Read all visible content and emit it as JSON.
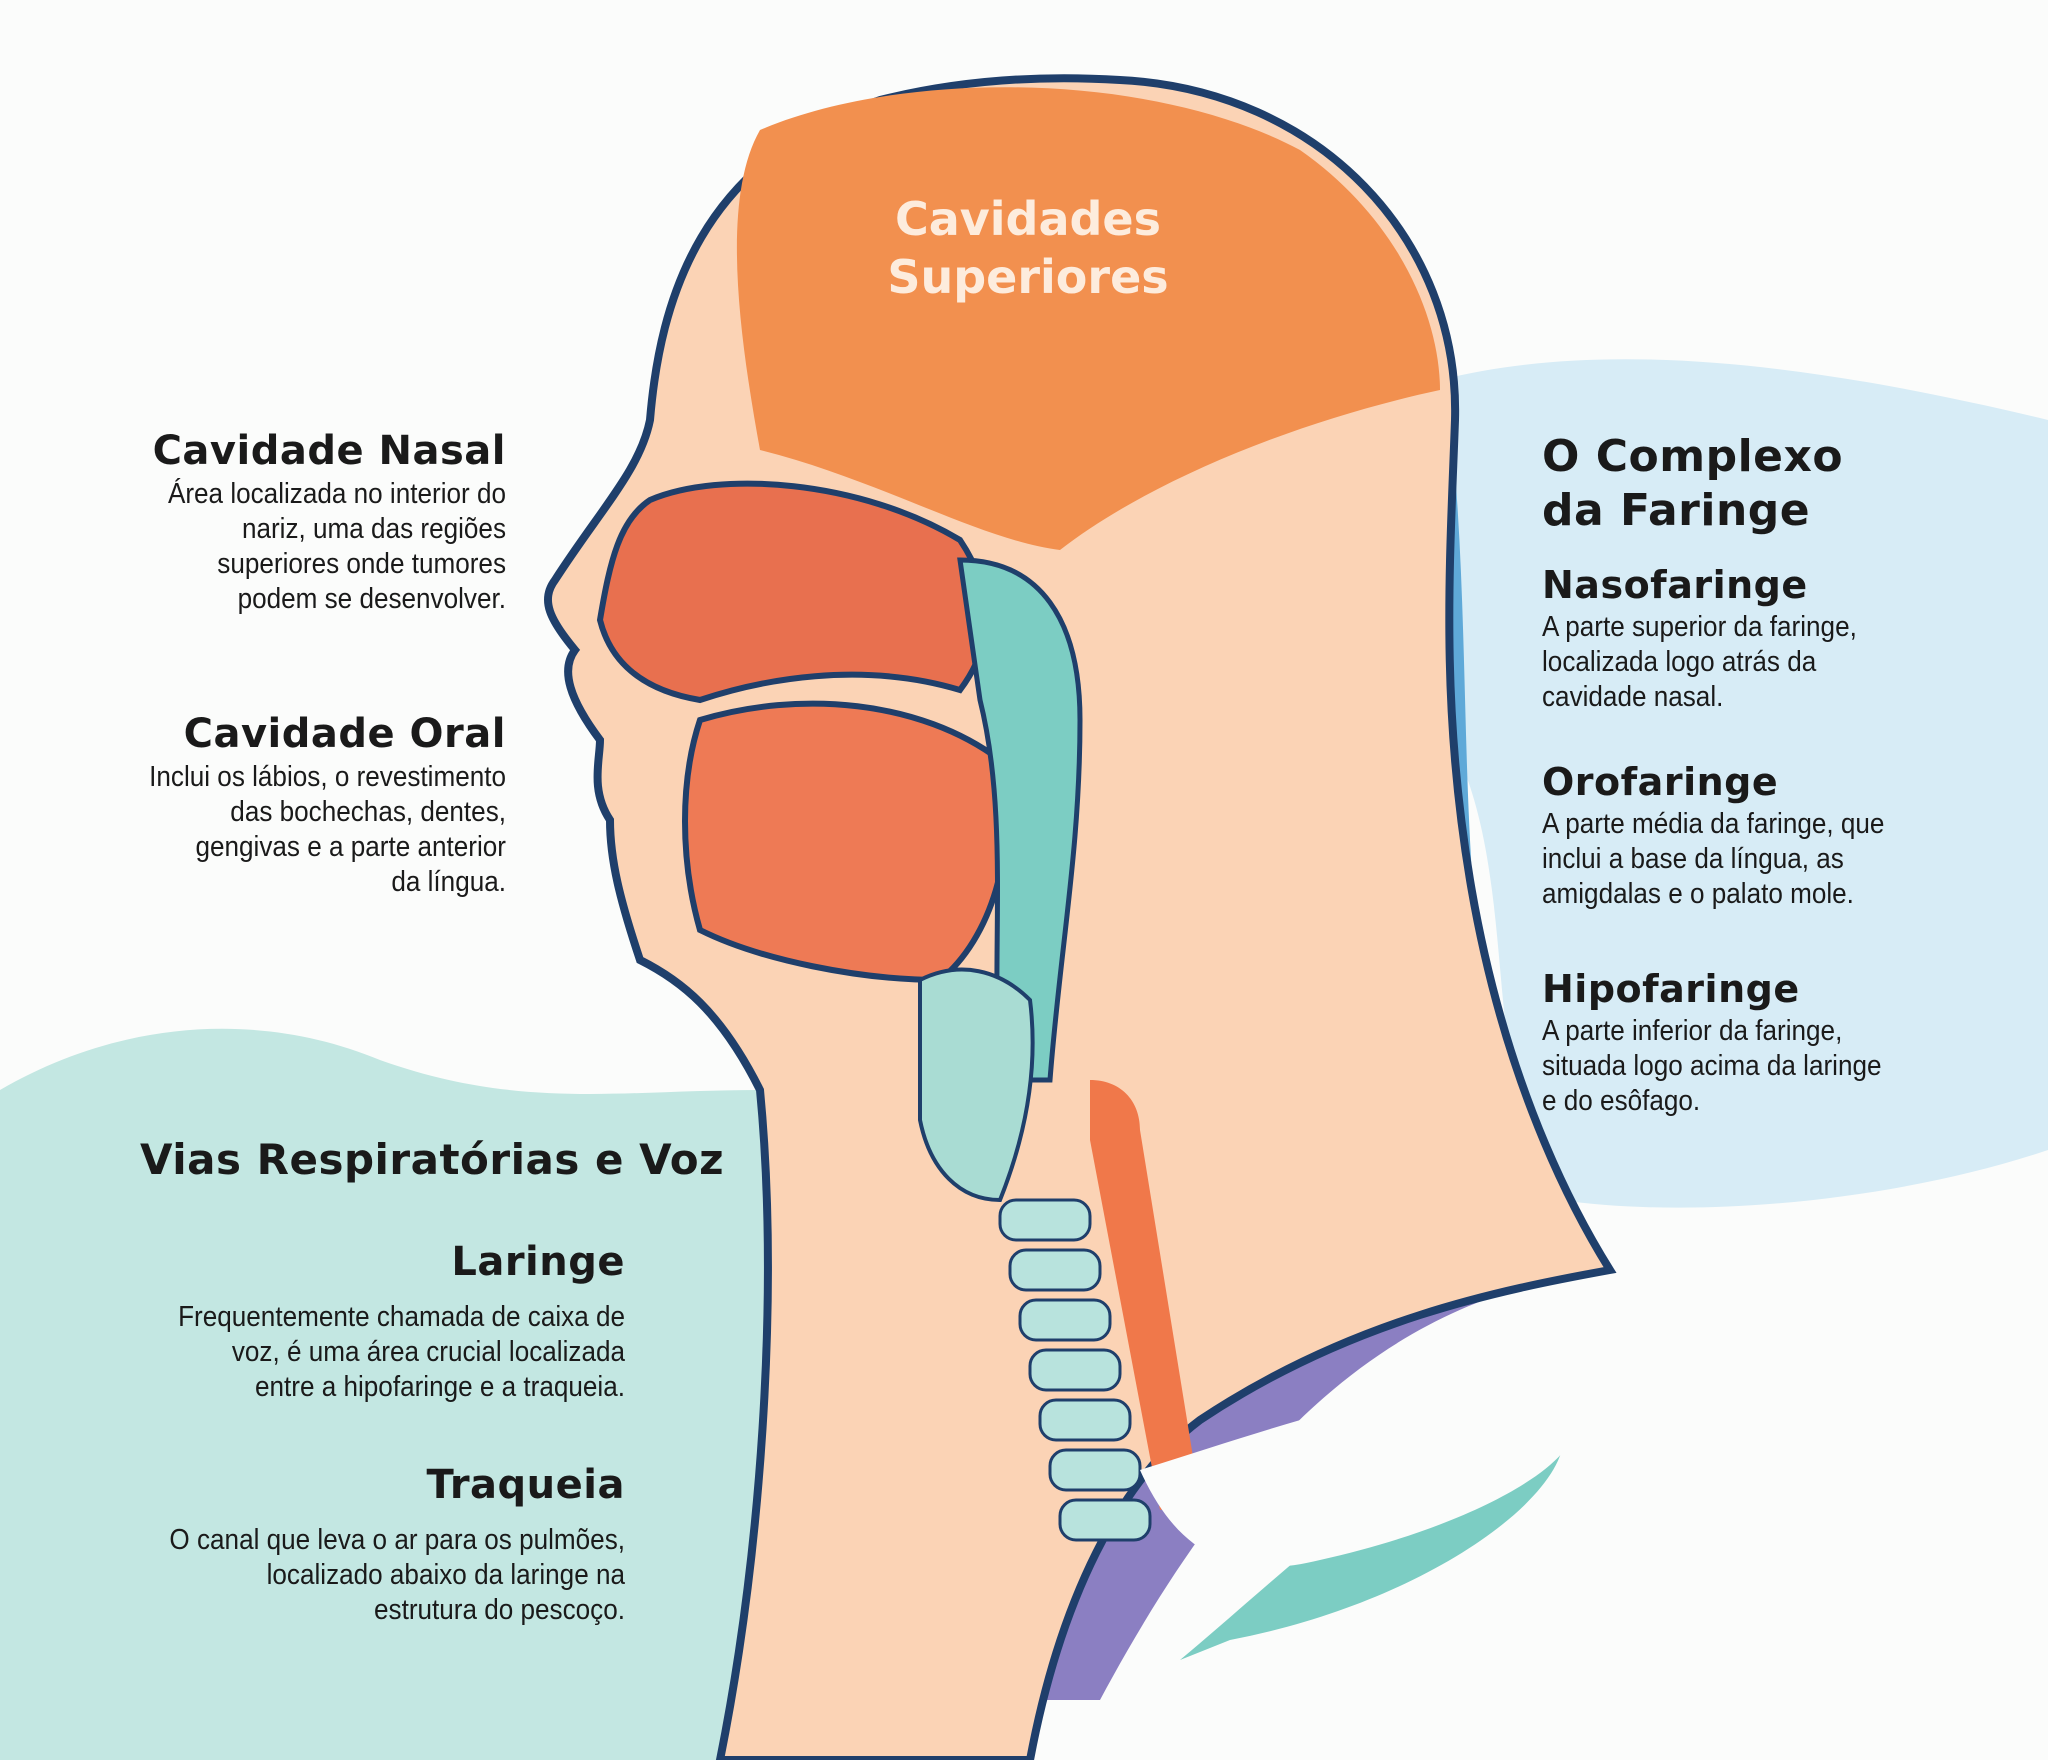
{
  "center_label": {
    "line1": "Cavidades",
    "line2": "Superiores"
  },
  "left_upper": [
    {
      "title": "Cavidade Nasal",
      "lines": [
        "Área localizada no interior do",
        "nariz, uma das regiões",
        "superiores onde tumores",
        "podem se desenvolver."
      ]
    },
    {
      "title": "Cavidade Oral",
      "lines": [
        "Inclui os lábios, o revestimento",
        "das bochechas, dentes,",
        "gengivas e a parte anterior",
        "da língua."
      ]
    }
  ],
  "airways": {
    "heading": "Vias Respiratórias e Voz",
    "items": [
      {
        "title": "Laringe",
        "lines": [
          "Frequentemente chamada de caixa de",
          "voz, é uma área crucial localizada",
          "entre a hipofaringe e a traqueia."
        ]
      },
      {
        "title": "Traqueia",
        "lines": [
          "O canal que leva o ar para os pulmões,",
          "localizado abaixo da laringe na",
          "estrutura do pescoço."
        ]
      }
    ]
  },
  "pharynx": {
    "heading": {
      "line1": "O Complexo",
      "line2": "da Faringe"
    },
    "items": [
      {
        "title": "Nasofaringe",
        "lines": [
          "A parte superior da faringe,",
          "localizada logo atrás da",
          "cavidade nasal."
        ]
      },
      {
        "title": "Orofaringe",
        "lines": [
          "A parte média da faringe, que",
          "inclui a base da língua, as",
          "amigdalas e o palato mole."
        ]
      },
      {
        "title": "Hipofaringe",
        "lines": [
          "A parte inferior da faringe,",
          "situada logo acima da laringe",
          "e do esôfago."
        ]
      }
    ]
  },
  "colors": {
    "orange": "#f08a4b",
    "teal": "#8fd3c9",
    "blue": "#5aa6d6",
    "purple": "#7d6fb6",
    "outline": "#1f3f6b"
  }
}
